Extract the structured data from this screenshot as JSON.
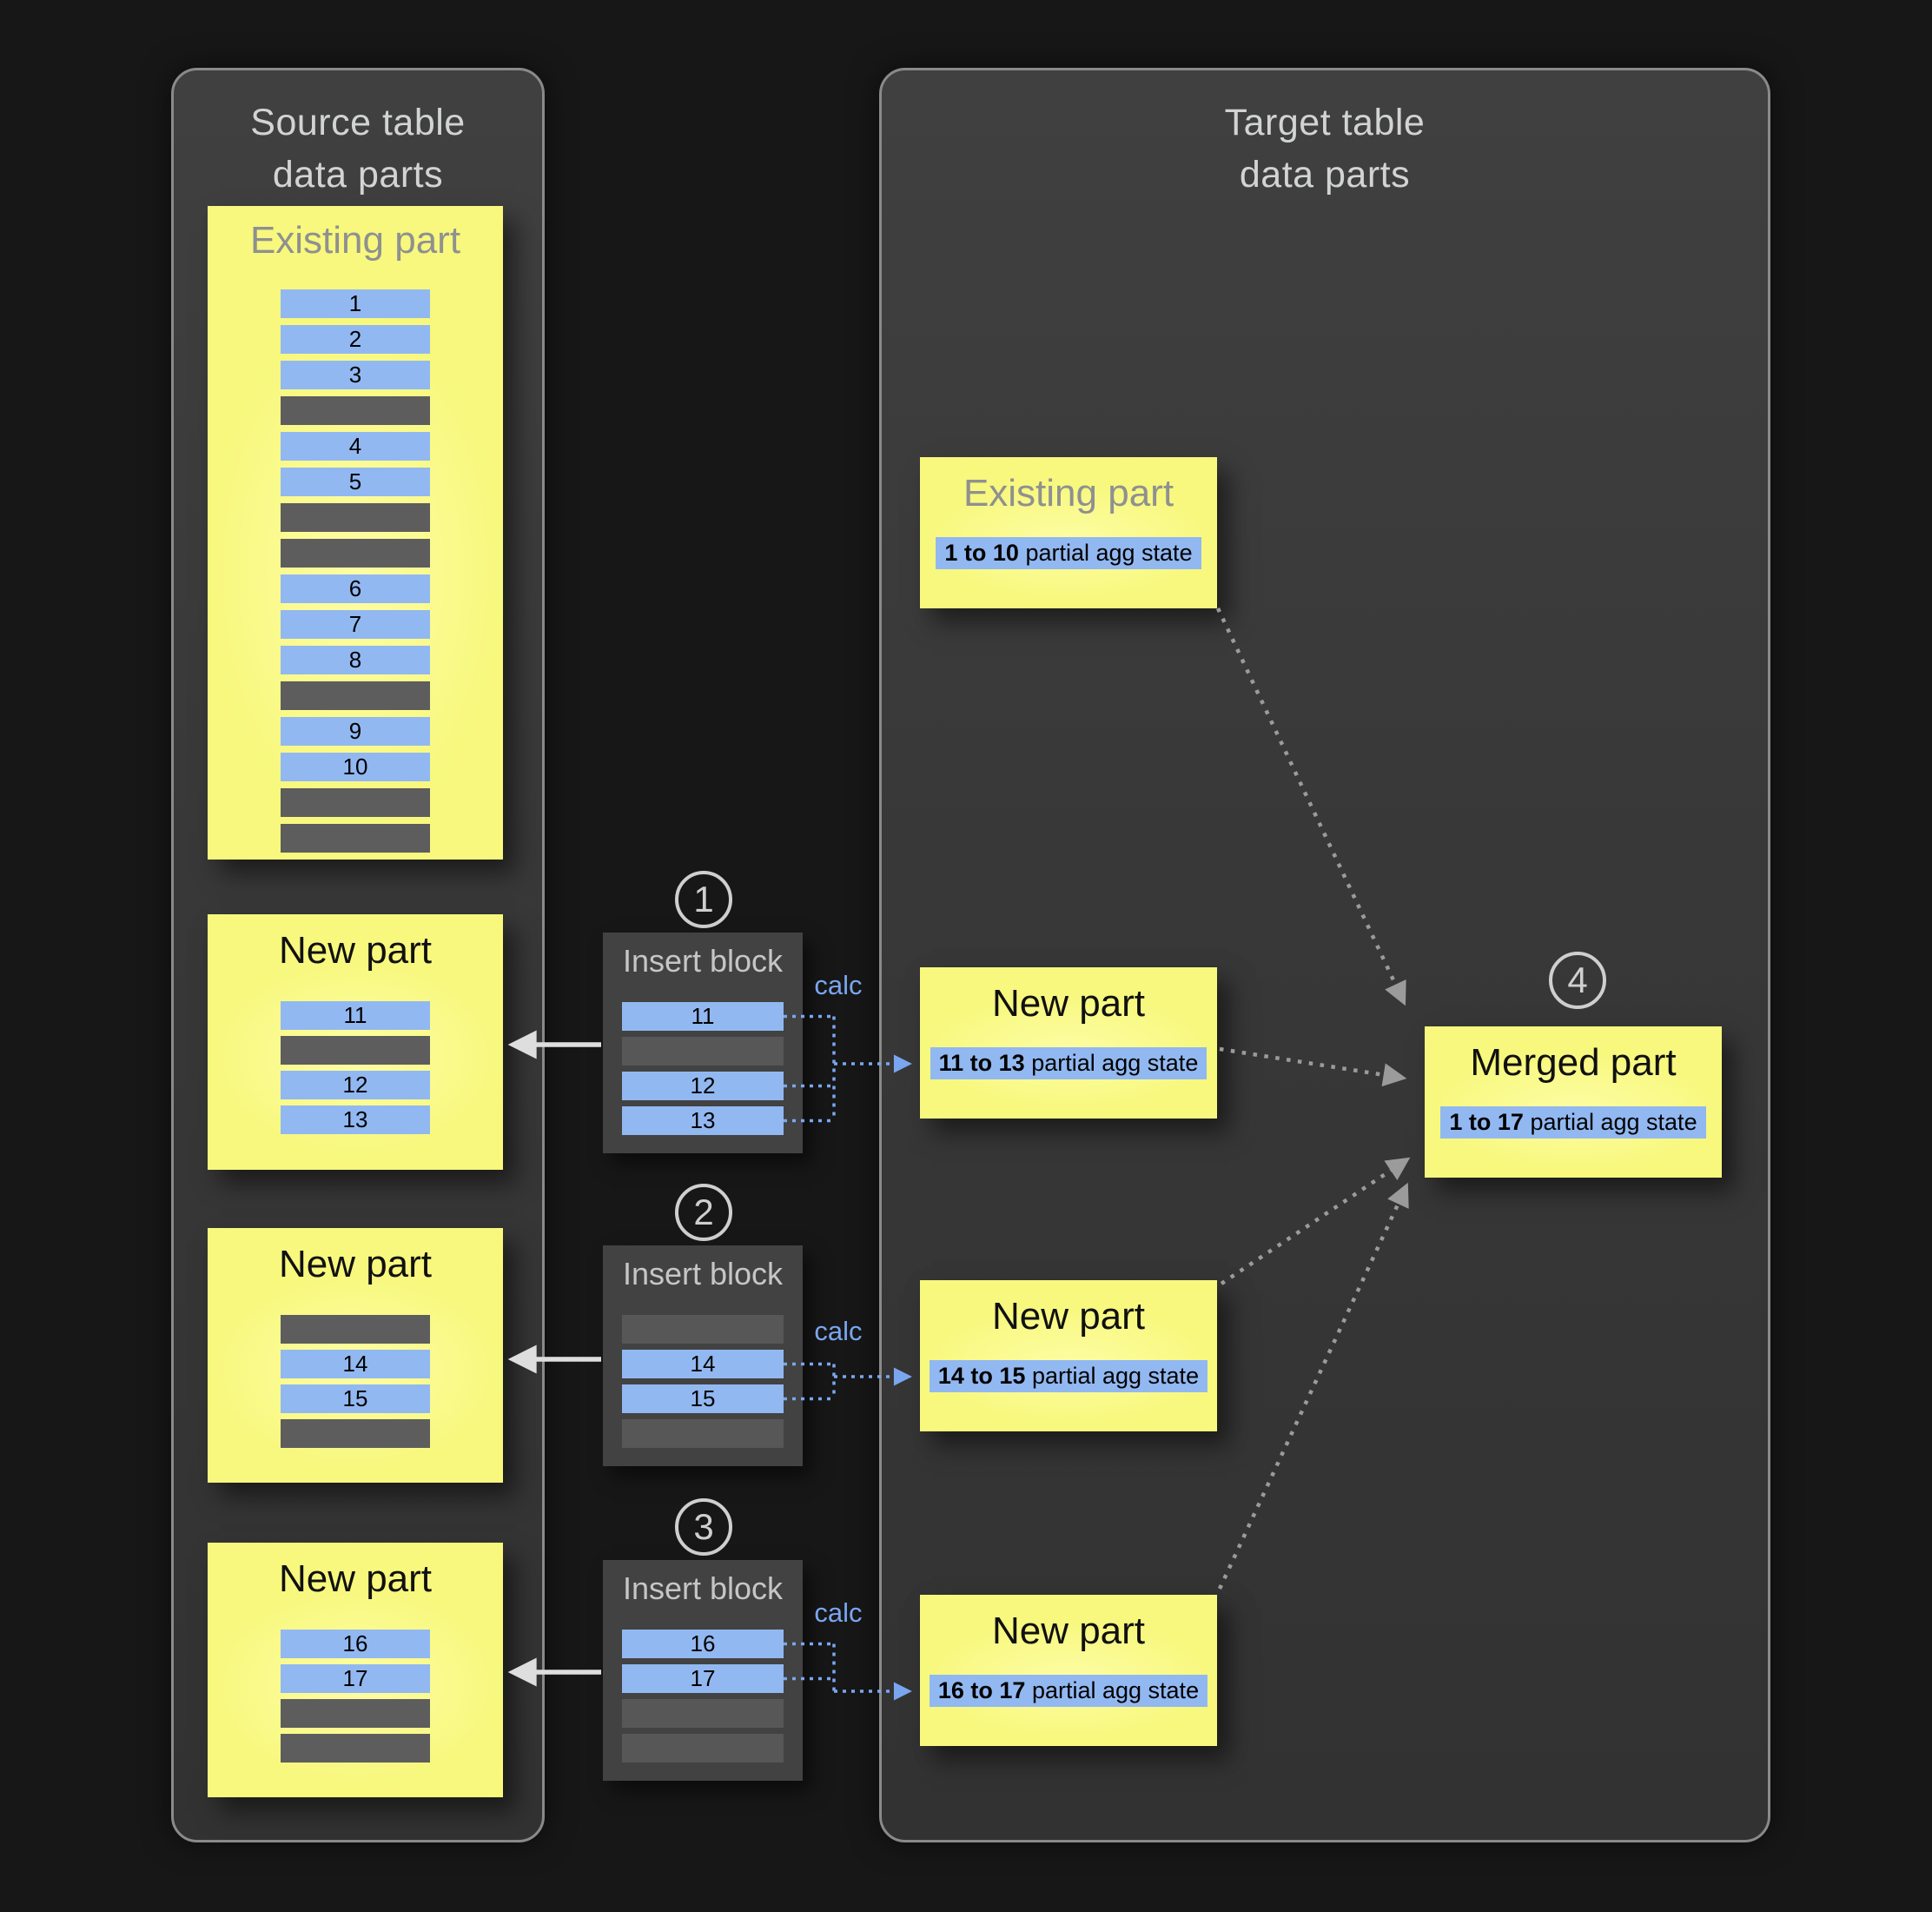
{
  "source_panel": {
    "title_line1": "Source table",
    "title_line2": "data parts",
    "existing_part": {
      "title": "Existing part",
      "rows": [
        "1",
        "2",
        "3",
        "",
        "4",
        "5",
        "",
        "",
        "6",
        "7",
        "8",
        "",
        "9",
        "10",
        "",
        ""
      ]
    },
    "new_parts": [
      {
        "title": "New part",
        "rows": [
          "11",
          "",
          "12",
          "13"
        ]
      },
      {
        "title": "New part",
        "rows": [
          "",
          "14",
          "15",
          ""
        ]
      },
      {
        "title": "New part",
        "rows": [
          "16",
          "17",
          "",
          ""
        ]
      }
    ]
  },
  "insert_blocks": [
    {
      "step": "1",
      "title": "Insert block",
      "calc_label": "calc",
      "rows": [
        "11",
        "",
        "12",
        "13"
      ]
    },
    {
      "step": "2",
      "title": "Insert block",
      "calc_label": "calc",
      "rows": [
        "",
        "14",
        "15",
        ""
      ]
    },
    {
      "step": "3",
      "title": "Insert block",
      "calc_label": "calc",
      "rows": [
        "16",
        "17",
        "",
        ""
      ]
    }
  ],
  "target_panel": {
    "title_line1": "Target table",
    "title_line2": "data parts",
    "existing_part": {
      "title": "Existing part",
      "agg_range": "1 to 10",
      "agg_suffix": " partial agg state"
    },
    "new_parts": [
      {
        "title": "New part",
        "agg_range": "11 to 13",
        "agg_suffix": " partial agg state"
      },
      {
        "title": "New part",
        "agg_range": "14 to 15",
        "agg_suffix": " partial agg state"
      },
      {
        "title": "New part",
        "agg_range": "16 to 17",
        "agg_suffix": " partial agg state"
      }
    ],
    "merged_part": {
      "step": "4",
      "title": "Merged part",
      "agg_range": "1 to 17",
      "agg_suffix": " partial agg state"
    }
  },
  "colors": {
    "background": "#171717",
    "panel_fill": "#3b3b3b",
    "panel_border": "#8a8a8a",
    "part_yellow": "#f7f87d",
    "row_blue": "#92b8f1",
    "row_gray": "#5d5d5d",
    "insert_block_fill": "#424242",
    "insert_row_gray": "#575757",
    "accent_blue": "#7aa6ef",
    "arrow_gray": "#9b9b9b",
    "arrow_white": "#dedede",
    "title_gray": "#8f9090",
    "panel_title": "#d2d3d3"
  }
}
